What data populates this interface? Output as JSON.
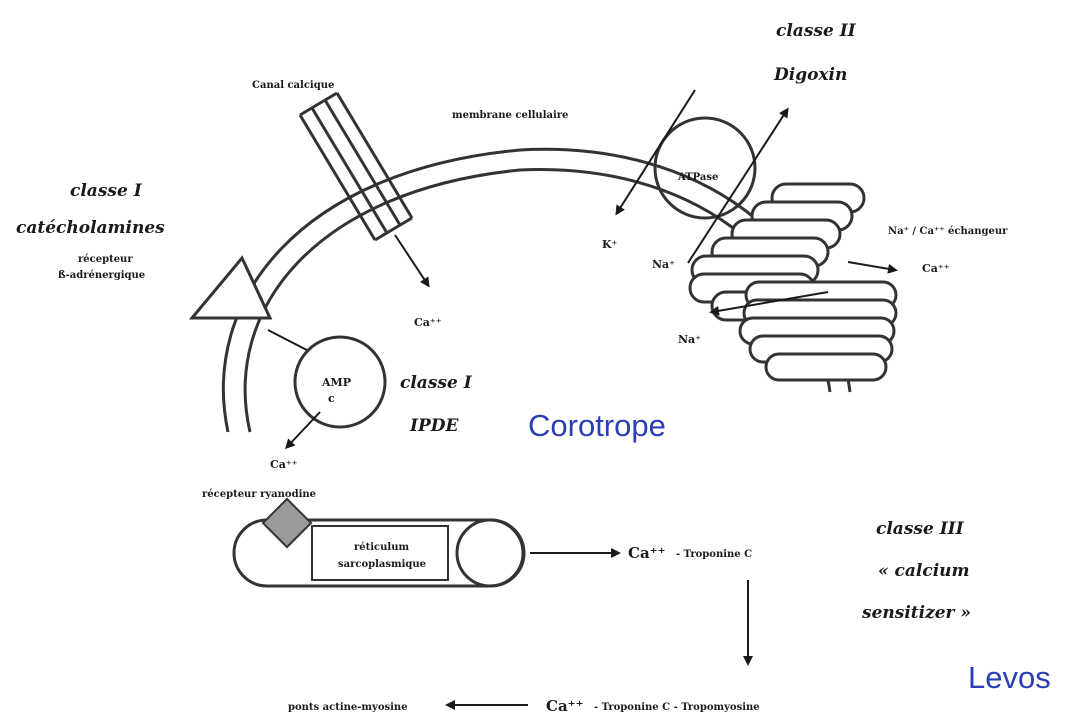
{
  "diagram": {
    "class_I_title": "classe I",
    "catecholamines": "catécholamines",
    "beta_receptor_line1": "récepteur",
    "beta_receptor_line2": "ß-adrénergique",
    "calcium_channel": "Canal calcique",
    "cell_membrane": "membrane cellulaire",
    "class_II_title": "classe II",
    "digoxin": "Digoxin",
    "atpase": "ATPase",
    "exchanger": "Na⁺ / Ca⁺⁺ échangeur",
    "k_ion": "K⁺",
    "na_ion_top": "Na⁺",
    "na_ion_bottom": "Na⁺",
    "ca_ion_right": "Ca⁺⁺",
    "ca_ion_channel": "Ca⁺⁺",
    "amp": "AMP",
    "amp_sub": "c",
    "class_I_ipde_title": "classe I",
    "ipde": "IPDE",
    "ca_ion_left": "Ca⁺⁺",
    "ryanodine_receptor": "récepteur ryanodine",
    "sarcoplasmic_line1": "réticulum",
    "sarcoplasmic_line2": "sarcoplasmique",
    "ca_troponin_c": "Ca⁺⁺",
    "troponin_c": "- Troponine C",
    "class_III_title": "classe III",
    "calcium_sensitizer_line1": "« calcium",
    "calcium_sensitizer_line2": "sensitizer »",
    "bridges": "ponts actine-myosine",
    "ca_bottom": "Ca⁺⁺",
    "troponin_complex": "- Troponine C - Tropomyosine"
  },
  "overlays": {
    "corotrope": "Corotrope",
    "levos": "Levos"
  }
}
